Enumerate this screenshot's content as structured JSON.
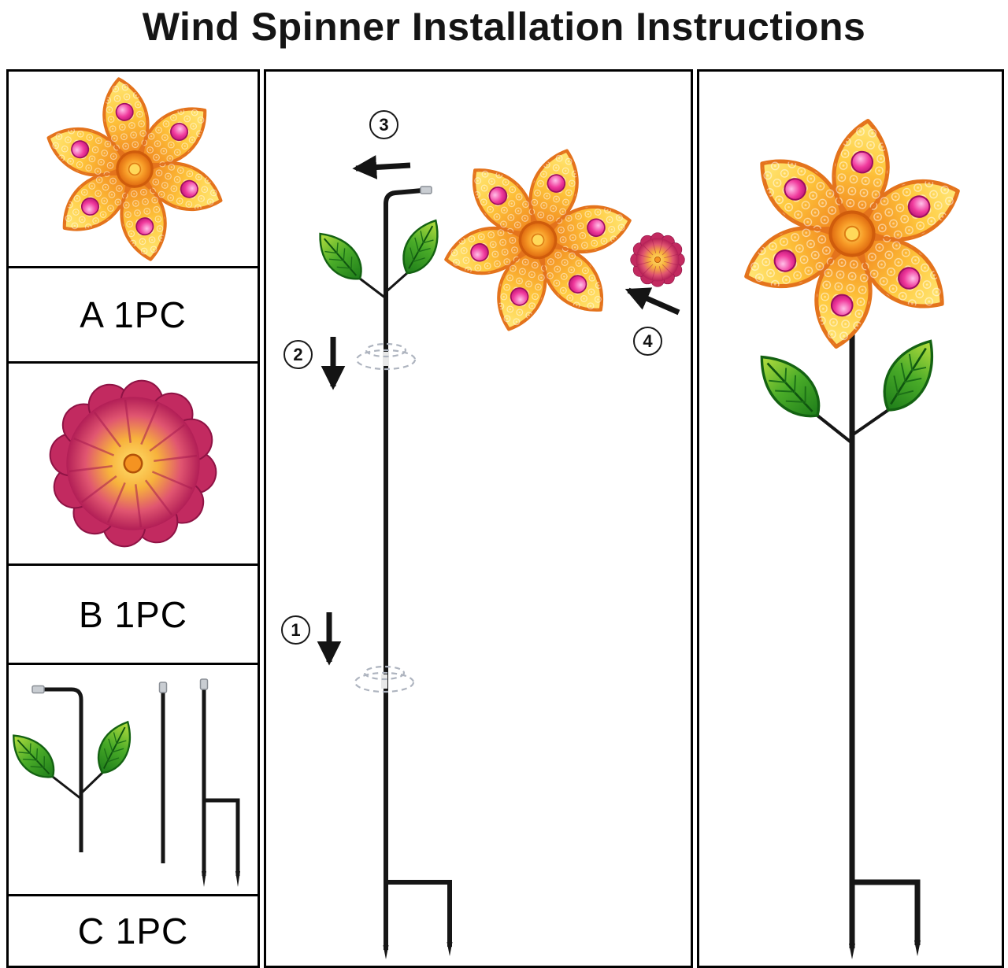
{
  "title": "Wind Spinner Installation Instructions",
  "parts": [
    {
      "label": "A 1PC",
      "image": "orange-flower-spinner-head"
    },
    {
      "label": "B 1PC",
      "image": "red-flower-cap"
    },
    {
      "label": "C 1PC",
      "image": "stake-poles-and-leaves"
    }
  ],
  "steps": [
    {
      "number": "1"
    },
    {
      "number": "2"
    },
    {
      "number": "3"
    },
    {
      "number": "4"
    }
  ],
  "panels": {
    "middle": "assembly-steps-diagram",
    "right": "assembled-wind-spinner"
  },
  "colors": {
    "petal_yellow": "#ffc93e",
    "petal_orange": "#f0821c",
    "gem_pink": "#f0399c",
    "cap_red": "#c2275f",
    "leaf_green": "#49ab28",
    "stake_black": "#161616",
    "border_black": "#000000"
  }
}
